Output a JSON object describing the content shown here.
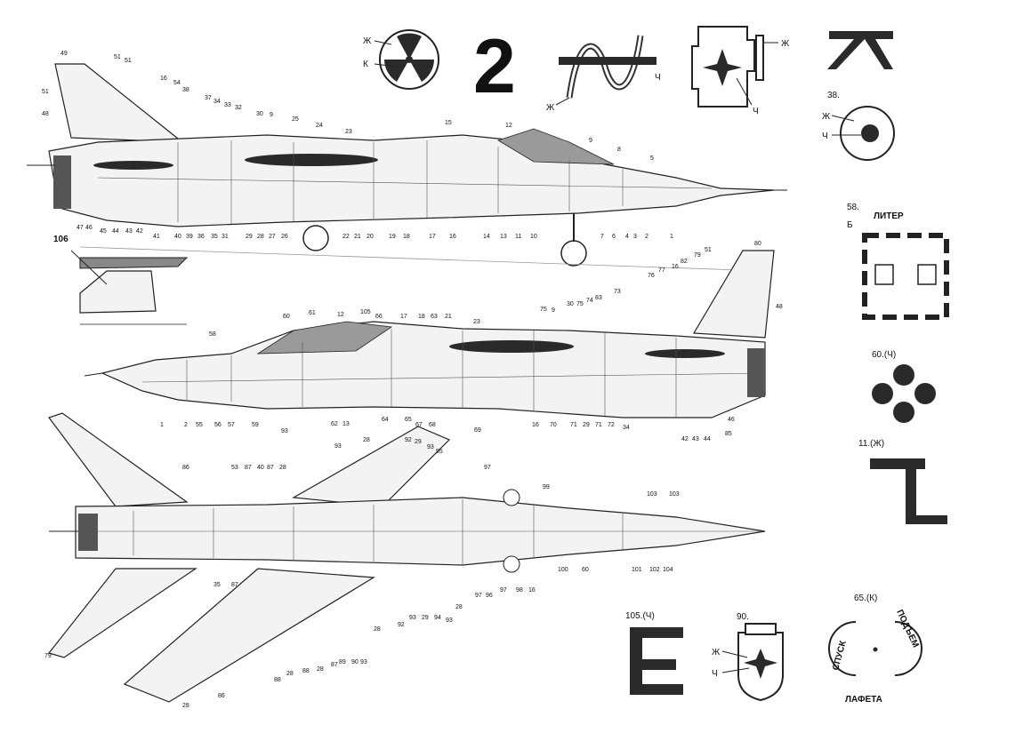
{
  "symbols": {
    "radiation": {
      "marks": [
        "Ж",
        "К"
      ]
    },
    "glyph_2": {
      "char": "2"
    },
    "sine": {
      "marks": [
        "Ж",
        "Ч"
      ]
    },
    "plate_star": {
      "marks": [
        "Ж",
        "Ч"
      ]
    },
    "glyph_k": {
      "char": "K"
    },
    "s38": {
      "caption": "38.",
      "marks": [
        "Ж",
        "Ч"
      ]
    },
    "s58": {
      "caption": "58.",
      "side_letter": "Б",
      "text": "ЛИТЕР"
    },
    "s60": {
      "caption": "60.(Ч)"
    },
    "s11": {
      "caption": "11.(Ж)"
    },
    "s105": {
      "caption": "105.(Ч)",
      "char": "E"
    },
    "s90": {
      "caption": "90.",
      "marks": [
        "Ж",
        "Ч"
      ]
    },
    "s65": {
      "caption": "65.(К)",
      "left": "СПУСК",
      "right": "ПОДЪЕМ",
      "bottom": "ЛАФЕТА"
    }
  },
  "views": {
    "side_left": {
      "labels": [
        "49",
        "51",
        "51",
        "51",
        "48",
        "16",
        "54",
        "38",
        "37",
        "34",
        "33",
        "32",
        "30",
        "9",
        "25",
        "24",
        "23",
        "15",
        "12",
        "9",
        "8",
        "5",
        "47",
        "46",
        "45",
        "44",
        "43",
        "42",
        "41",
        "40",
        "39",
        "36",
        "35",
        "31",
        "29",
        "28",
        "27",
        "26",
        "22",
        "21",
        "20",
        "19",
        "18",
        "17",
        "16",
        "14",
        "13",
        "11",
        "10",
        "7",
        "6",
        "4",
        "3",
        "2",
        "1"
      ]
    },
    "detail_106": {
      "caption": "106"
    },
    "side_right": {
      "labels": [
        "80",
        "79",
        "51",
        "82",
        "16",
        "77",
        "76",
        "73",
        "75",
        "9",
        "30",
        "75",
        "74",
        "83",
        "60",
        "61",
        "12",
        "105",
        "66",
        "17",
        "18",
        "63",
        "21",
        "23",
        "58",
        "48",
        "1",
        "2",
        "55",
        "56",
        "57",
        "59",
        "62",
        "13",
        "64",
        "65",
        "67",
        "68",
        "69",
        "16",
        "70",
        "71",
        "29",
        "71",
        "72",
        "34",
        "42",
        "43",
        "44",
        "85",
        "46"
      ]
    },
    "top": {
      "labels": [
        "86",
        "53",
        "87",
        "40",
        "87",
        "28",
        "93",
        "93",
        "28",
        "92",
        "29",
        "93",
        "95",
        "97",
        "99",
        "103",
        "103",
        "35",
        "87",
        "101",
        "102",
        "104",
        "100",
        "60",
        "16",
        "98",
        "97",
        "96",
        "97",
        "28",
        "93",
        "94",
        "29",
        "93",
        "92",
        "28",
        "79",
        "88",
        "28",
        "88",
        "28",
        "87",
        "89",
        "90",
        "93",
        "28",
        "86"
      ]
    }
  }
}
